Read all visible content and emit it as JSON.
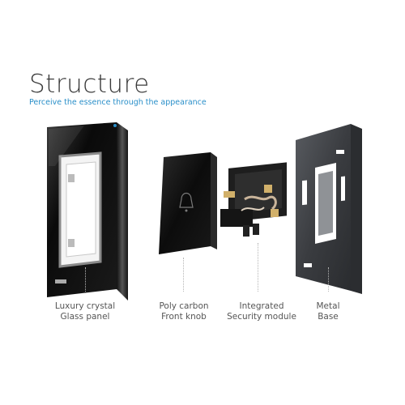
{
  "header": {
    "title": "Structure",
    "subtitle": "Perceive the essence  through the appearance"
  },
  "parts": [
    {
      "line1": "Luxury crystal",
      "line2": "Glass panel"
    },
    {
      "line1": "Poly carbon",
      "line2": "Front knob"
    },
    {
      "line1": "Integrated",
      "line2": "Security module"
    },
    {
      "line1": "Metal",
      "line2": "Base"
    }
  ],
  "colors": {
    "subtitle": "#2a8fc9",
    "glass": "#0c0c0c",
    "metal": "#3b3d40"
  }
}
